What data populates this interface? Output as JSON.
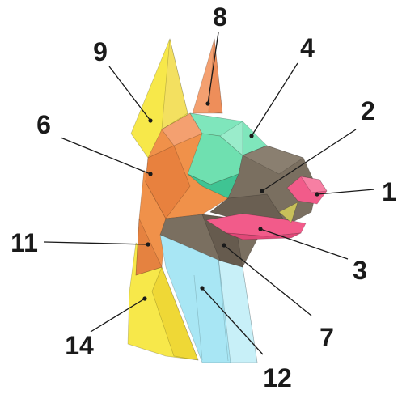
{
  "figure": {
    "labels": [
      {
        "key": "l1",
        "text": "1"
      },
      {
        "key": "l2",
        "text": "2"
      },
      {
        "key": "l3",
        "text": "3"
      },
      {
        "key": "l4",
        "text": "4"
      },
      {
        "key": "l6",
        "text": "6"
      },
      {
        "key": "l7",
        "text": "7"
      },
      {
        "key": "l8",
        "text": "8"
      },
      {
        "key": "l9",
        "text": "9"
      },
      {
        "key": "l11",
        "text": "11"
      },
      {
        "key": "l12",
        "text": "12"
      },
      {
        "key": "l14",
        "text": "14"
      }
    ],
    "colors": {
      "yellow": "#f7e84a",
      "orange": "#f0914a",
      "ear_orange": "#f4a070",
      "dark_orange": "#e8813e",
      "mint": "#6fe0b0",
      "mint_dark": "#3fc493",
      "taupe": "#7a6f60",
      "pink": "#f25b8a",
      "light_blue": "#a8e6f4",
      "pale_blue": "#c8f0f8"
    }
  }
}
